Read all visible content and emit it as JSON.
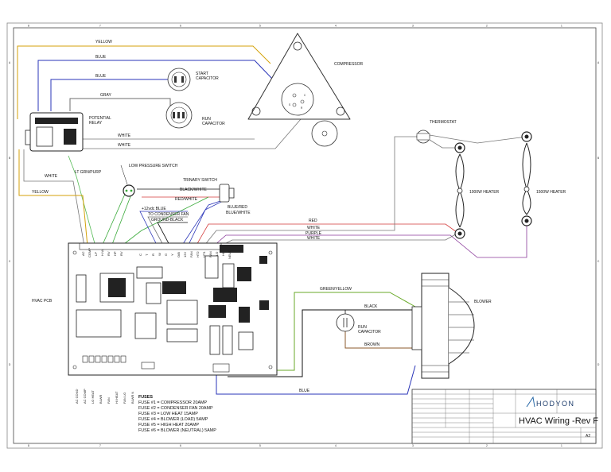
{
  "border": {
    "top_numbers": [
      "8",
      "7",
      "6",
      "5",
      "4",
      "3",
      "2",
      "1"
    ],
    "bottom_numbers": [
      "8",
      "7",
      "6",
      "5",
      "4",
      "3",
      "2",
      "1"
    ],
    "side_letters": [
      "A",
      "B",
      "C",
      "D"
    ]
  },
  "components": {
    "compressor": "COMPRESSOR",
    "start_capacitor": [
      "START",
      "CAPACITOR"
    ],
    "run_capacitor": [
      "RUN",
      "CAPACITOR"
    ],
    "potential_relay": [
      "POTENTIAL",
      "RELAY"
    ],
    "thermostat": "THERMOSTAT",
    "heater_1000": "1000W HEATER",
    "heater_1500": "1500W HEATER",
    "low_pressure_switch": "LOW PRESSURE SWITCH",
    "trinary_switch": "TRINARY SWITCH",
    "hvac_pcb": "HVAC PCB",
    "blower": "BLOWER",
    "blower_run_capacitor": [
      "RUN",
      "CAPACITOR"
    ],
    "compressor_terminals": [
      "C",
      "S",
      "R"
    ]
  },
  "wires": {
    "yellow_top": "YELLOW",
    "blue_1": "BLUE",
    "blue_2": "BLUE",
    "gray": "GRAY",
    "white_1": "WHITE",
    "white_2": "WHITE",
    "white_left": "WHITE",
    "lt_grn_purp": "LT GRN/PURP",
    "yellow_left": "YELLOW",
    "black_white": "BLACK/WHITE",
    "red_white": "RED/WHITE",
    "blue_red": "BLUE/RED",
    "blue_white": "BLUE/WHITE",
    "plus12_blue": "+12vdc BLUE",
    "to_condenser_fan": "TO CONDENSER FAN",
    "ground_black": "GROUND-BLACK",
    "red": "RED",
    "white_3": "WHITE",
    "purple": "PURPLE",
    "white_4": "WHITE",
    "green_yellow": "GREEN/YELLOW",
    "black": "BLACK",
    "brown": "BROWN",
    "blue_bottom": "BLUE"
  },
  "pcb_labels": [
    "AC",
    "COMP",
    "LP",
    "H-W",
    "RV",
    "HP",
    "RV",
    "C",
    "T",
    "R",
    "W",
    "G",
    "Y",
    "O/B",
    "12V",
    "FAN",
    "HT2",
    "HT1",
    "FAN",
    "LO",
    "HI",
    "NEUT"
  ],
  "pcb_vertical_labels": [
    "AC COND",
    "AC COMP",
    "LO HEAT",
    "BLWR",
    "FAN",
    "HI HEAT",
    "FAN LO",
    "BLWR N"
  ],
  "fuses": {
    "heading": "FUSES",
    "lines": [
      "FUSE #1 = COMPRESSOR 20AMP",
      "FUSE #2 = CONDENSER FAN 20AMP",
      "FUSE #3 = LOW HEAT 15AMP",
      "FUSE #4 = BLOWER (LOAD) 5AMP",
      "FUSE #5 = HIGH HEAT 20AMP",
      "FUSE #6 = BLOWER (NEUTRAL) 5AMP"
    ]
  },
  "title_block": {
    "company": "HODYON",
    "title": "HVAC Wiring -Rev F",
    "size": "A2"
  },
  "colors": {
    "yellow": "#d4a20a",
    "blue": "#2a35b8",
    "gray": "#6e6e6e",
    "white_wire": "#777777",
    "red": "#d43a3a",
    "purple": "#8a3a9a",
    "green": "#3aaa3a",
    "green_yellow": "#6aaa2a",
    "black": "#111111",
    "brown": "#8b5a2b",
    "lt_green": "#55bb55"
  }
}
